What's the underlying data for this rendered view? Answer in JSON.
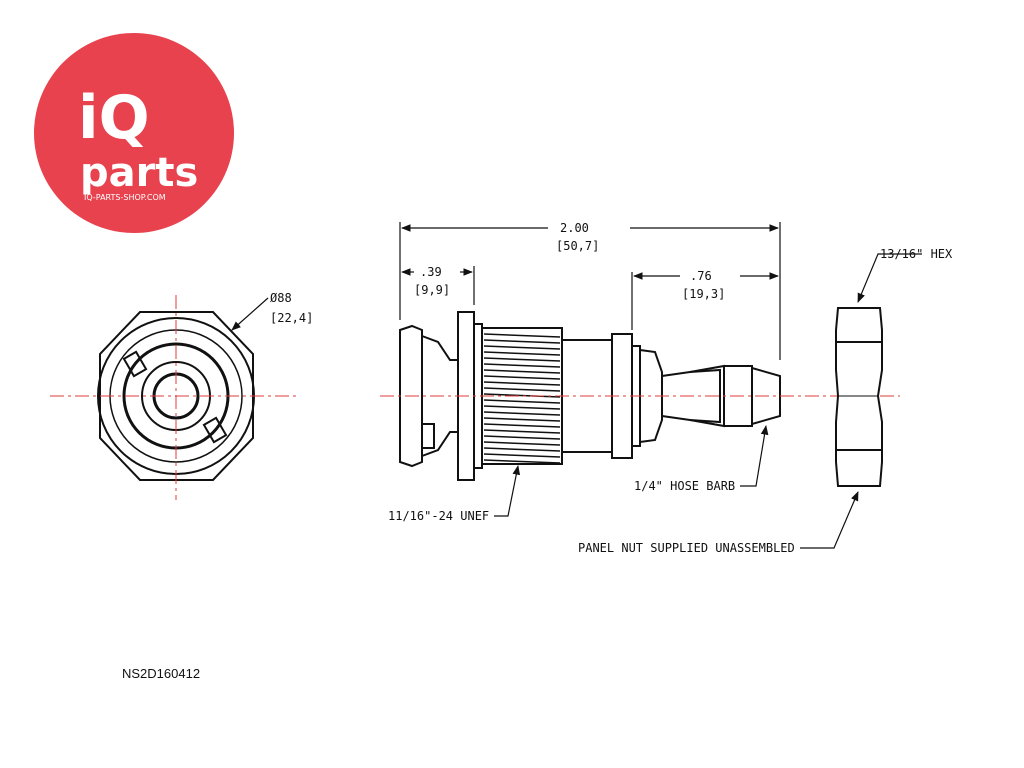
{
  "logo": {
    "brand_line1": "iQ",
    "brand_line2": "parts",
    "website": "IQ-PARTS-SHOP.COM",
    "color": "#e8424e"
  },
  "dimensions": {
    "overall_length_in": "2.00",
    "overall_length_mm": "[50,7]",
    "flange_width_in": ".39",
    "flange_width_mm": "[9,9]",
    "barb_length_in": ".76",
    "barb_length_mm": "[19,3]",
    "diameter_in": "Ø88",
    "diameter_mm": "[22,4]"
  },
  "callouts": {
    "hex": "13/16\" HEX",
    "thread": "11/16\"-24 UNEF",
    "hose_barb": "1/4\" HOSE BARB",
    "panel_nut": "PANEL NUT SUPPLIED UNASSEMBLED"
  },
  "part_number": "NS2D160412",
  "colors": {
    "line": "#111111",
    "centerline": "#e23b3b"
  }
}
